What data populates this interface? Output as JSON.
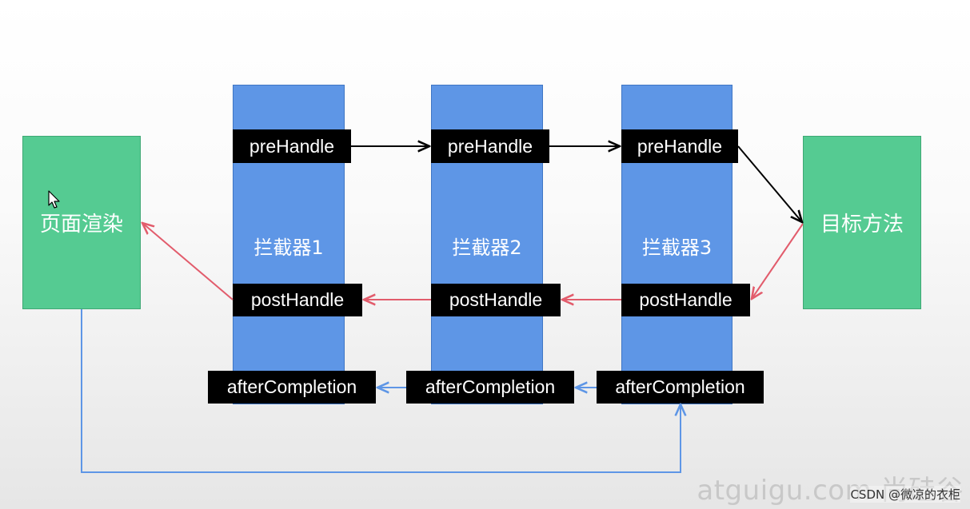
{
  "left_box": {
    "label": "页面渲染"
  },
  "right_box": {
    "label": "目标方法"
  },
  "interceptors": [
    {
      "label": "拦截器1",
      "pre": "preHandle",
      "post": "postHandle",
      "after": "afterCompletion"
    },
    {
      "label": "拦截器2",
      "pre": "preHandle",
      "post": "postHandle",
      "after": "afterCompletion"
    },
    {
      "label": "拦截器3",
      "pre": "preHandle",
      "post": "postHandle",
      "after": "afterCompletion"
    }
  ],
  "colors": {
    "green_box": "#55cb92",
    "interceptor_column": "#5e96e6",
    "method_label_bg": "#000000",
    "pre_arrow": "#000000",
    "post_arrow": "#e25c6c",
    "after_arrow": "#5e96e6"
  },
  "watermark": "atguigu.com 尚硅谷",
  "credit": "CSDN @微凉的衣柜"
}
